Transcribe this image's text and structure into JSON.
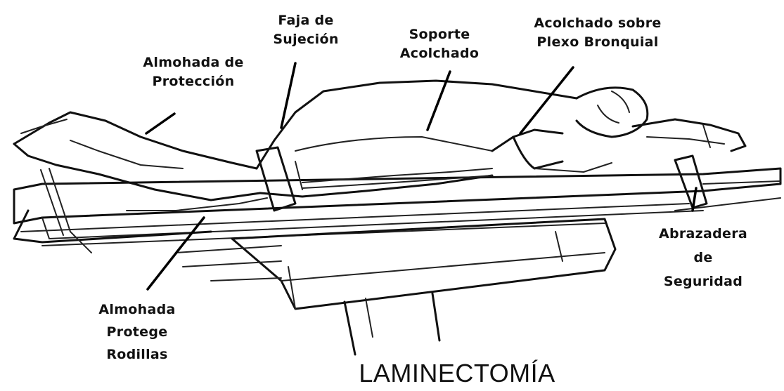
{
  "title": "LAMINECTOMÍA",
  "labels": {
    "almohada_proteccion": "Almohada de\nProtección",
    "faja_sujecion": "Faja de\nSujeción",
    "soporte_acolchado": "Soporte\nAcolchado",
    "acolchado_plexo": "Acolchado sobre\nPlexo Bronquial",
    "abrazadera": "Abrazadera\nde\nSeguridad",
    "almohada_rodillas": "Almohada\nProtege\nRodillas"
  }
}
